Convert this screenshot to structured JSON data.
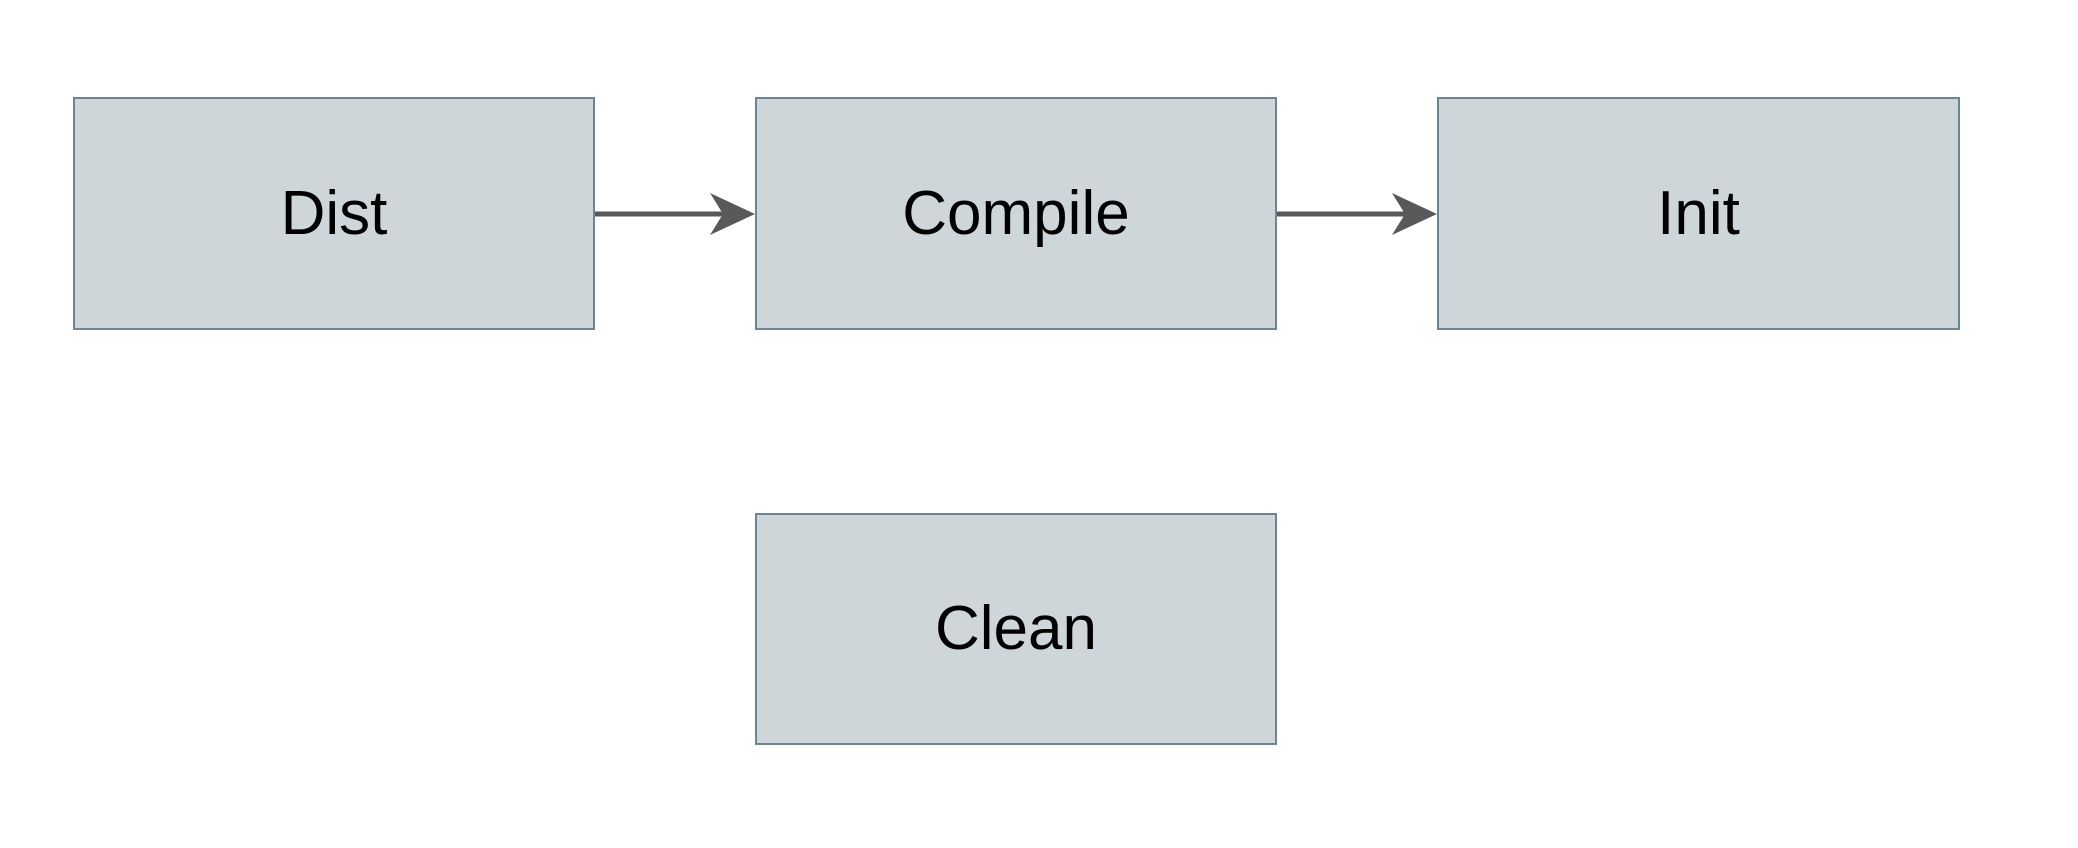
{
  "diagram": {
    "type": "flowchart",
    "orientation": "left-to-right",
    "background_color": "#ffffff",
    "node_style": {
      "shape": "rectangle",
      "fill_color": "#ced6da",
      "border_color": "#6b8594",
      "text_color": "#000000"
    },
    "edge_style": {
      "line_color": "#595959",
      "arrowhead": "block-arrow"
    },
    "nodes": [
      {
        "id": "dist",
        "label": "Dist"
      },
      {
        "id": "compile",
        "label": "Compile"
      },
      {
        "id": "init",
        "label": "Init"
      },
      {
        "id": "clean",
        "label": "Clean"
      }
    ],
    "edges": [
      {
        "id": "dist-compile",
        "from": "dist",
        "to": "compile",
        "label": ""
      },
      {
        "id": "compile-init",
        "from": "compile",
        "to": "init",
        "label": ""
      }
    ]
  }
}
